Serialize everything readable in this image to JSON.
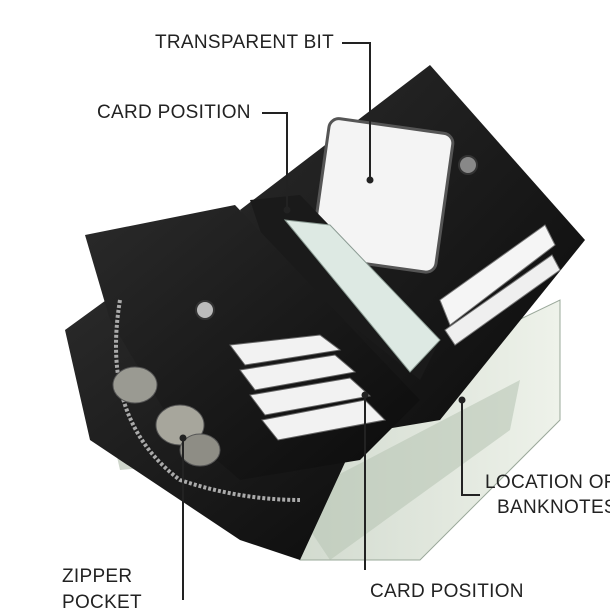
{
  "labels": {
    "transparent_bit": "TRANSPARENT BIT",
    "card_position_top": "CARD POSITION",
    "location_line1": "LOCATION OF",
    "location_line2": "BANKNOTES",
    "zipper_line1": "ZIPPER",
    "zipper_line2": "POCKET",
    "card_position_bottom": "CARD POSITION"
  }
}
